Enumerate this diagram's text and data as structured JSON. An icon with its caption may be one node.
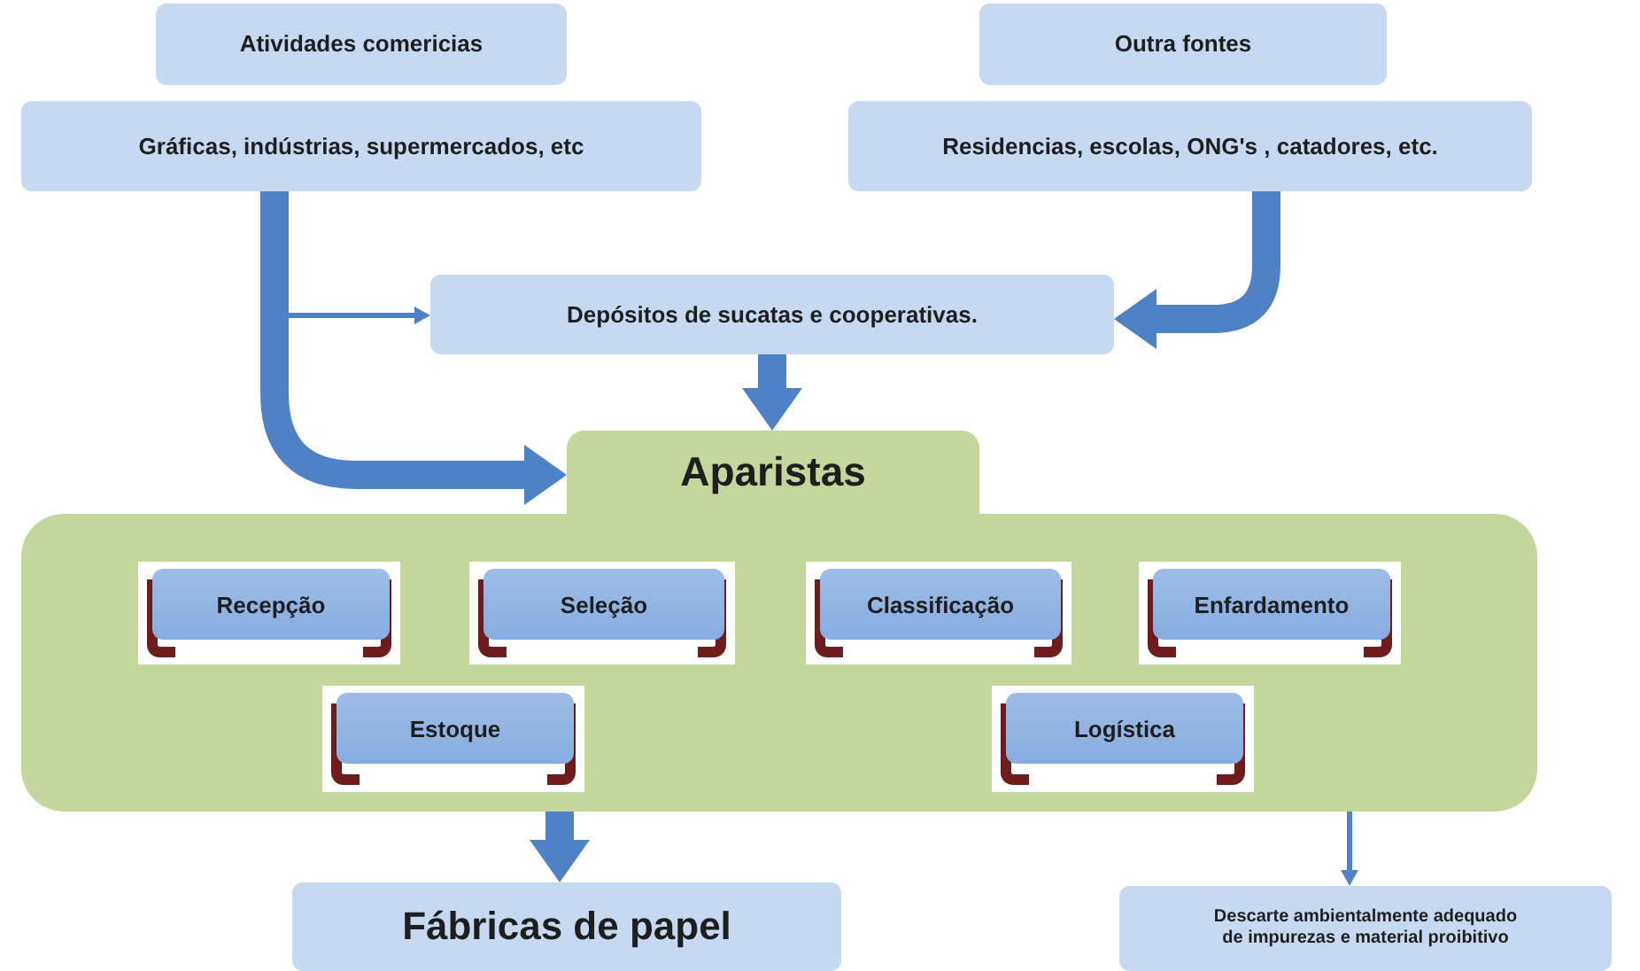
{
  "diagram": {
    "nodes": [
      {
        "text": [
          "Atividades comericias"
        ]
      },
      {
        "text": [
          "Gráficas, indústrias, supermercados, etc"
        ]
      },
      {
        "text": [
          "Outra fontes"
        ]
      },
      {
        "text": [
          "Residencias, escolas, ONG's , catadores, etc."
        ]
      },
      {
        "text": [
          "Depósitos de sucatas e cooperativas."
        ]
      },
      {
        "text": [
          "Aparistas"
        ]
      },
      {
        "text": [
          "Recepção"
        ],
        "in": 5
      },
      {
        "text": [
          "Seleção"
        ],
        "in": 5
      },
      {
        "text": [
          "Classificação"
        ],
        "in": 5
      },
      {
        "text": [
          "Enfardamento"
        ],
        "in": 5
      },
      {
        "text": [
          "Estoque"
        ],
        "in": 5
      },
      {
        "text": [
          "Logística"
        ],
        "in": 5
      },
      {
        "text": [
          "Fábricas de papel"
        ]
      },
      {
        "text": [
          "Descarte ambientalmente adequado de impurezas e material proibitivo"
        ]
      }
    ],
    "edges": [
      {
        "from": 1,
        "to": 4,
        "arrow": "to"
      },
      {
        "from": 1,
        "to": 5,
        "arrow": "to"
      },
      {
        "from": 3,
        "to": 4,
        "arrow": "to"
      },
      {
        "from": 4,
        "to": 5,
        "arrow": "to"
      },
      {
        "from": 5,
        "to": 12,
        "arrow": "to"
      },
      {
        "from": 5,
        "to": 13,
        "arrow": "to"
      }
    ]
  }
}
